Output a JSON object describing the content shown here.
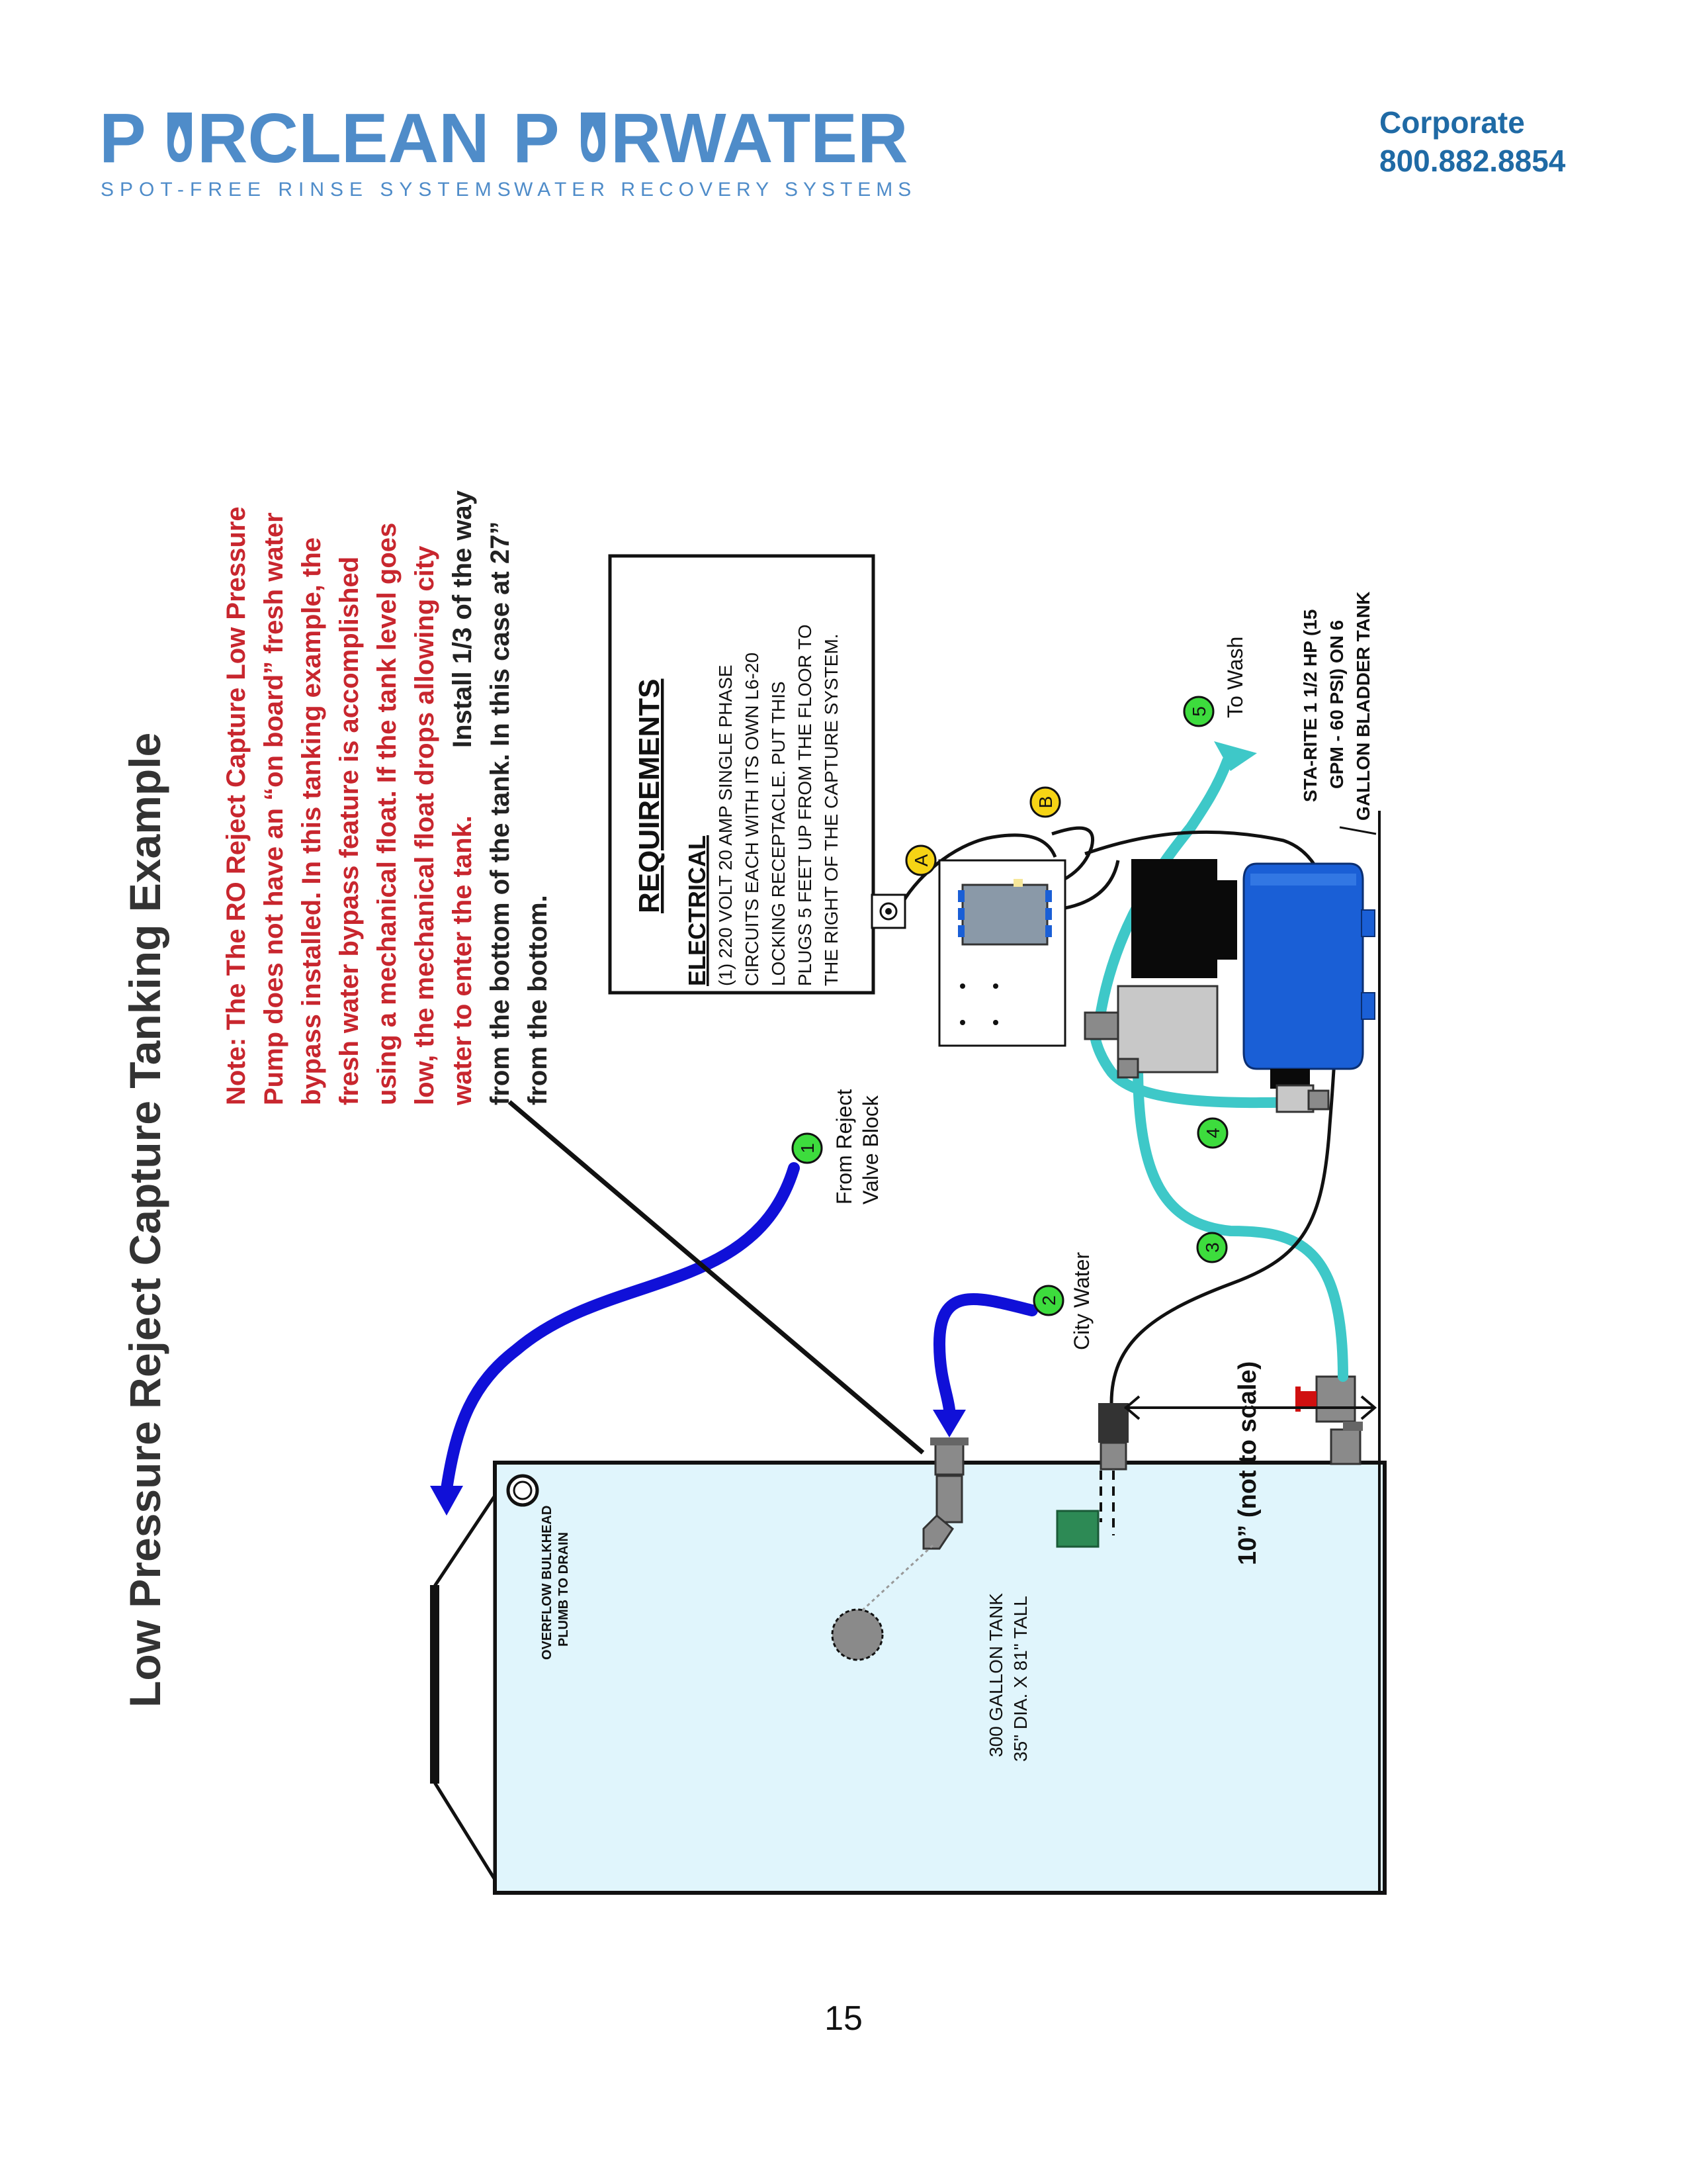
{
  "header": {
    "brand1_name_prefix": "P",
    "brand1_name_suffix": "RCLEAN",
    "brand1_tagline": "SPOT-FREE RINSE SYSTEMS",
    "brand2_name_prefix": "P",
    "brand2_name_suffix": "RWATER",
    "brand2_tagline": "WATER RECOVERY SYSTEMS",
    "contact_label": "Corporate",
    "contact_phone": "800.882.8854"
  },
  "title": "Low Pressure Reject Capture Tanking Example",
  "note": {
    "red_lines": [
      "Note: The The RO Reject Capture Low Pressure",
      "Pump does not have an “on board” fresh water",
      "bypass installed. In this tanking example, the",
      "fresh water bypass feature is accomplished",
      "using a mechanical float. If the tank level goes",
      "low, the mechanical float drops allowing city",
      "water to enter the tank."
    ],
    "black_line_tail": "Install 1/3 of the way",
    "black_lines": [
      "from the bottom of the tank. In this case at 27”",
      "from the bottom."
    ]
  },
  "requirements": {
    "heading": "REQUIREMENTS",
    "subheading": "ELECTRICAL",
    "lines": [
      "(1) 220 VOLT 20 AMP SINGLE PHASE",
      "CIRCUITS EACH WITH ITS OWN L6-20",
      "LOCKING RECEPTACLE.  PUT THIS",
      "PLUGS 5 FEET UP FROM THE FLOOR TO",
      "THE RIGHT OF THE CAPTURE SYSTEM."
    ]
  },
  "markers": {
    "m1": "1",
    "m2": "2",
    "m3": "3",
    "m4": "4",
    "m5": "5",
    "mA": "A",
    "mB": "B"
  },
  "labels": {
    "from_reject_line1": "From Reject",
    "from_reject_line2": "Valve Block",
    "city_water": "City Water",
    "to_wash": "To Wash",
    "pump_line1": "STA-RITE 1 1/2 HP (15",
    "pump_line2": "GPM - 60 PSI) ON 6",
    "pump_line3": "GALLON BLADDER TANK",
    "dimension": "10” (not to scale)",
    "overflow_line1": "OVERFLOW BULKHEAD",
    "overflow_line2": "PLUMB TO DRAIN",
    "tank_line1": "300 GALLON TANK",
    "tank_line2": "35\" DIA. X 81\" TALL"
  },
  "page_number": "15",
  "colors": {
    "brand_blue": "#4f8cc9",
    "note_red": "#c8262e",
    "marker_green": "#3ddc3d",
    "marker_yellow": "#f6d415",
    "reject_pipe_blue": "#1010d8",
    "pump_pipe_teal": "#3ec8c8",
    "tank_fill": "#e0f5fc",
    "bladder_tank_blue": "#1a5fd6"
  }
}
